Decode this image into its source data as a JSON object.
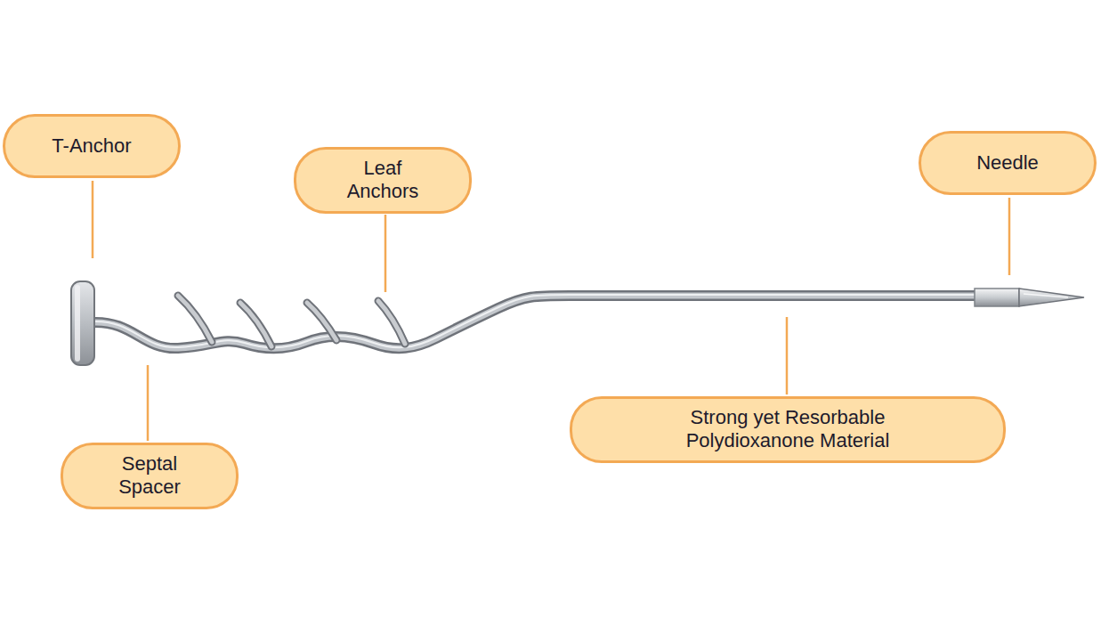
{
  "diagram": {
    "nodes": [
      {
        "text": [
          "T-Anchor"
        ]
      },
      {
        "text": [
          "Leaf Anchors"
        ]
      },
      {
        "text": [
          "Needle"
        ]
      },
      {
        "text": [
          "Strong yet Resorbable Polydioxanone Material"
        ]
      },
      {
        "text": [
          "Septal Spacer"
        ]
      }
    ]
  }
}
